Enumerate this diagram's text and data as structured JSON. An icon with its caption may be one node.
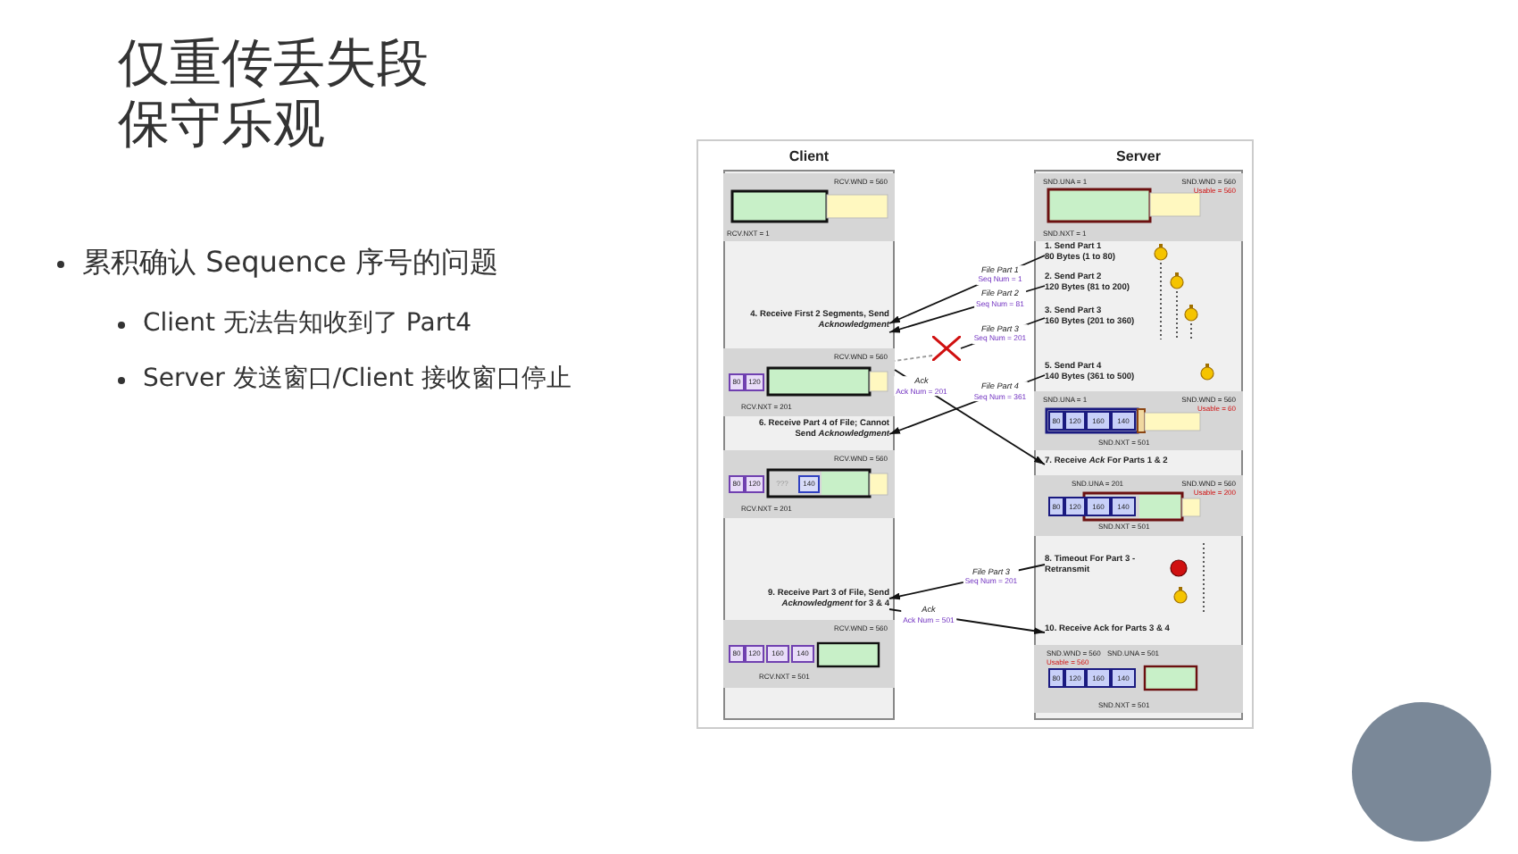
{
  "diagram": {
    "title": "仅重传丢失段保守乐观",
    "nodes": [
      {
        "text": [
          "Client"
        ]
      },
      {
        "text": [
          "Server"
        ]
      },
      {
        "text": [
          "RCV.WND = 560",
          "RCV.NXT = 1"
        ],
        "in": 0
      },
      {
        "text": [
          "4. Receive First 2 Segments, Send *Acknowledgment*"
        ],
        "in": 0
      },
      {
        "text": [
          "RCV.WND = 560",
          "RCV.NXT = 201"
        ],
        "in": 0
      },
      {
        "text": [
          "80"
        ],
        "in": 4
      },
      {
        "text": [
          "120"
        ],
        "in": 4
      },
      {
        "text": [
          "6. Receive Part 4 of File; Cannot Send *Acknowledgment*"
        ],
        "in": 0
      },
      {
        "text": [
          "RCV.WND = 560",
          "RCV.NXT = 201"
        ],
        "in": 0
      },
      {
        "text": [
          "80"
        ],
        "in": 8
      },
      {
        "text": [
          "120"
        ],
        "in": 8
      },
      {
        "text": [
          "???"
        ],
        "in": 8
      },
      {
        "text": [
          "140"
        ],
        "in": 8
      },
      {
        "text": [
          "9. Receive Part 3 of File, Send *Acknowledgment* for 3 & 4"
        ],
        "in": 0
      },
      {
        "text": [
          "RCV.WND = 560",
          "RCV.NXT = 501"
        ],
        "in": 0
      },
      {
        "text": [
          "80"
        ],
        "in": 14
      },
      {
        "text": [
          "120"
        ],
        "in": 14
      },
      {
        "text": [
          "160"
        ],
        "in": 14
      },
      {
        "text": [
          "140"
        ],
        "in": 14
      },
      {
        "text": [
          "SND.UNA = 1",
          "SND.WND = 560",
          "Usable = 560",
          "SND.NXT = 1"
        ],
        "in": 1
      },
      {
        "text": [
          "1. Send Part 1",
          "80 Bytes (1 to 80)"
        ],
        "in": 1
      },
      {
        "text": [
          "2. Send Part 2",
          "120 Bytes (81 to 200)"
        ],
        "in": 1
      },
      {
        "text": [
          "3. Send Part 3",
          "160 Bytes (201 to 360)"
        ],
        "in": 1
      },
      {
        "text": [
          "5. Send Part 4",
          "140 Bytes (361 to 500)"
        ],
        "in": 1
      },
      {
        "text": [
          "SND.UNA = 1",
          "SND.WND = 560",
          "Usable = 60",
          "SND.NXT = 501"
        ],
        "in": 1
      },
      {
        "text": [
          "80"
        ],
        "in": 24
      },
      {
        "text": [
          "120"
        ],
        "in": 24
      },
      {
        "text": [
          "160"
        ],
        "in": 24
      },
      {
        "text": [
          "140"
        ],
        "in": 24
      },
      {
        "text": [
          "7. Receive *Ack* For Parts 1 & 2"
        ],
        "in": 1
      },
      {
        "text": [
          "SND.UNA = 201",
          "SND.WND = 560",
          "Usable = 200",
          "SND.NXT = 501"
        ],
        "in": 1
      },
      {
        "text": [
          "80"
        ],
        "in": 30
      },
      {
        "text": [
          "120"
        ],
        "in": 30
      },
      {
        "text": [
          "160"
        ],
        "in": 30
      },
      {
        "text": [
          "140"
        ],
        "in": 30
      },
      {
        "text": [
          "8. Timeout For Part 3 - Retransmit"
        ],
        "in": 1
      },
      {
        "text": [
          "10. Receive Ack for Parts 3 & 4"
        ],
        "in": 1
      },
      {
        "text": [
          "SND.WND = 560",
          "Usable = 560",
          "SND.UNA = 501",
          "SND.NXT = 501"
        ],
        "in": 1
      },
      {
        "text": [
          "80"
        ],
        "in": 37
      },
      {
        "text": [
          "120"
        ],
        "in": 37
      },
      {
        "text": [
          "160"
        ],
        "in": 37
      },
      {
        "text": [
          "140"
        ],
        "in": 37
      },
      {
        "text": [],
        "shape": "cross"
      }
    ],
    "edges": [
      {
        "from": 20,
        "to": 3,
        "arrow": "to",
        "label": "File Part 1 Seq Num = 1"
      },
      {
        "from": 21,
        "to": 3,
        "arrow": "to",
        "label": "File Part 2 Seq Num = 81"
      },
      {
        "from": 22,
        "to": 42,
        "arrow": "none",
        "label": "File Part 3 Seq Num = 201"
      },
      {
        "from": 4,
        "to": 29,
        "arrow": "to",
        "label": "Ack Ack Num = 201"
      },
      {
        "from": 23,
        "to": 7,
        "arrow": "to",
        "label": "File Part 4 Seq Num = 361"
      },
      {
        "from": 35,
        "to": 13,
        "arrow": "to",
        "label": "File Part 3 Seq Num = 201"
      },
      {
        "from": 13,
        "to": 36,
        "arrow": "to",
        "label": "Ack Ack Num = 501"
      },
      {
        "from": 42,
        "to": 4,
        "arrow": "none",
        "style": "dashed",
        "color": "#999999"
      }
    ],
    "labels": [
      "累积确认 Sequence 序号的问题",
      "Client 无法告知收到了 Part4",
      "Server 发送窗口/Client 接收窗口停止"
    ]
  }
}
